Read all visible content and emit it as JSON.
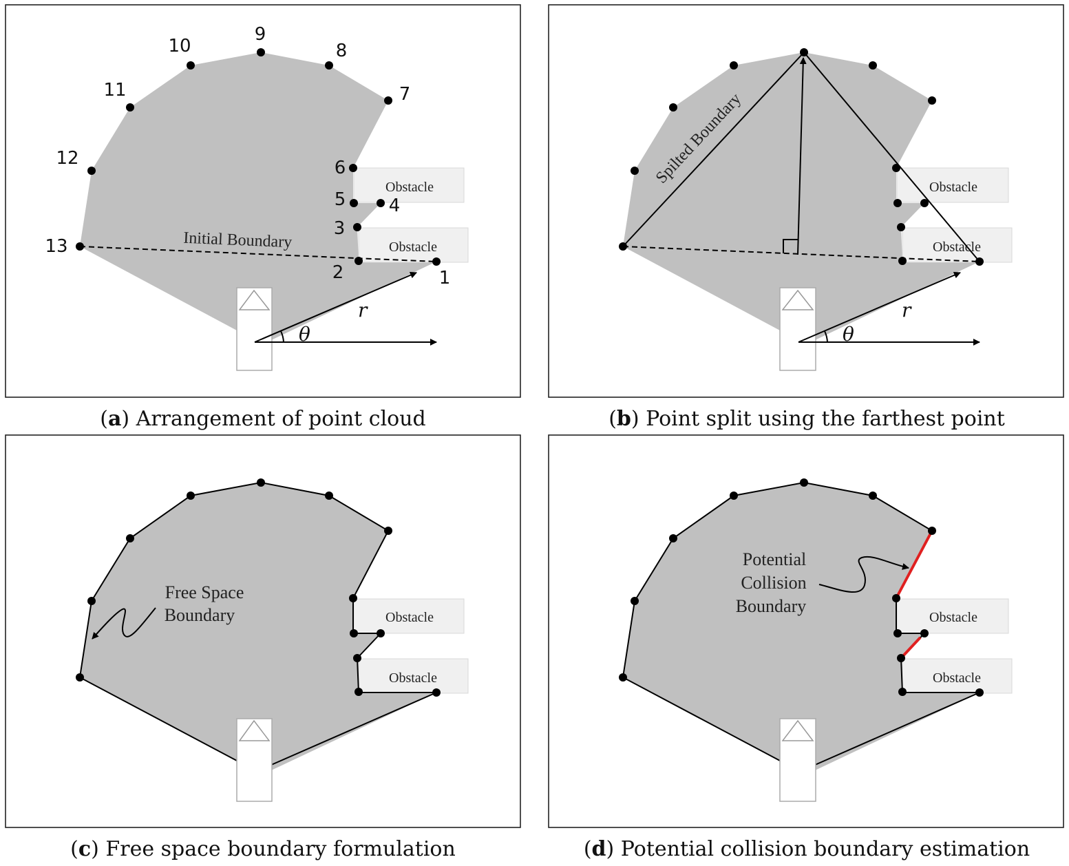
{
  "panels": {
    "a": {
      "caption_letter": "a",
      "caption_text": " Arrangement of point cloud",
      "point_numbers": [
        "1",
        "2",
        "3",
        "4",
        "5",
        "6",
        "7",
        "8",
        "9",
        "10",
        "11",
        "12",
        "13"
      ],
      "initial_boundary_label": "Initial Boundary",
      "obstacle_label": "Obstacle",
      "r_symbol": "r",
      "theta_symbol": "θ"
    },
    "b": {
      "caption_letter": "b",
      "caption_text": " Point split using the farthest point",
      "split_boundary_label": "Spilted Boundary",
      "obstacle_label": "Obstacle",
      "r_symbol": "r",
      "theta_symbol": "θ"
    },
    "c": {
      "caption_letter": "c",
      "caption_text": " Free space boundary formulation",
      "free_space_label_line1": "Free Space",
      "free_space_label_line2": "Boundary",
      "obstacle_label": "Obstacle"
    },
    "d": {
      "caption_letter": "d",
      "caption_text": " Potential collision boundary estimation",
      "collision_label_line1": "Potential",
      "collision_label_line2": "Collision",
      "collision_label_line3": "Boundary",
      "obstacle_label": "Obstacle"
    }
  },
  "colors": {
    "region_fill": "#c0c0c0",
    "obstacle_fill": "#f0f0f0",
    "collision_highlight": "#e02020"
  }
}
